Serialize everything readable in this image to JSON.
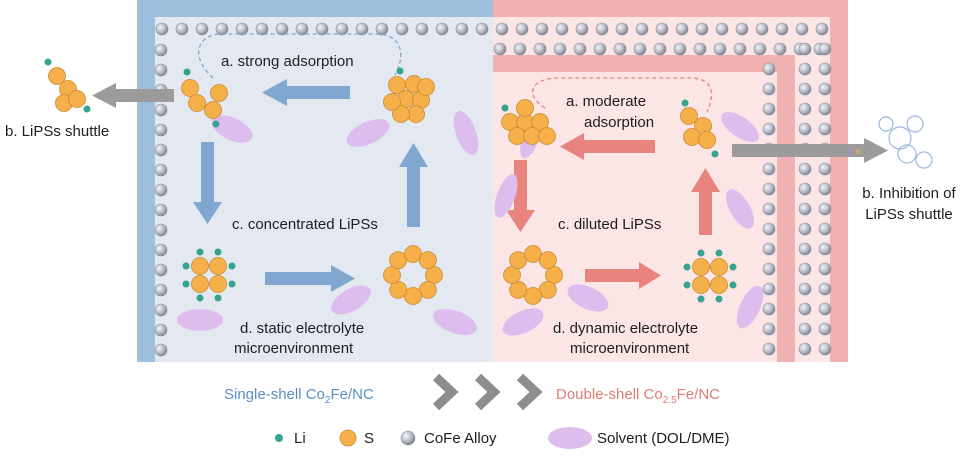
{
  "colors": {
    "left_panel_bg": "#e3e8f1",
    "left_border": "#9dbedd",
    "right_panel_bg": "#fbe6e5",
    "right_border": "#f0b1b0",
    "blue_arrow": "#7fa7cf",
    "red_arrow": "#e9837d",
    "gray_arrow": "#9b9b9b",
    "sulfur": "#f5b04a",
    "lithium": "#35a38f",
    "alloy": "#aeb3bf",
    "solvent": "#dcbdee",
    "blue_text": "#5a8fc4",
    "red_text": "#e07d72"
  },
  "labels": {
    "strong_adsorption": "a. strong adsorption",
    "moderate_adsorption_1": "a. moderate",
    "moderate_adsorption_2": "adsorption",
    "lipss_shuttle": "b. LiPSs shuttle",
    "inhibition_1": "b. Inhibition of",
    "inhibition_2": "LiPSs shuttle",
    "concentrated": "c. concentrated LiPSs",
    "diluted": "c. diluted LiPSs",
    "static_1": "d. static electrolyte",
    "static_2": "microenvironment",
    "dynamic_1": "d. dynamic electrolyte",
    "dynamic_2": "microenvironment"
  },
  "caption": {
    "single_shell_prefix": "Single-shell Co",
    "single_shell_sub": "2",
    "single_shell_suffix": "Fe/NC",
    "double_shell_prefix": "Double-shell Co",
    "double_shell_sub": "2.5",
    "double_shell_suffix": "Fe/NC"
  },
  "legend": {
    "li": "Li",
    "s": "S",
    "alloy": "CoFe Alloy",
    "solvent": "Solvent (DOL/DME)"
  }
}
